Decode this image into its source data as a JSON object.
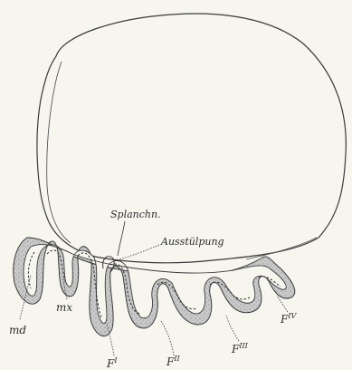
{
  "figure": {
    "labels": {
      "splanchn": "Splanchn.",
      "ausstulpung": "Ausstülpung",
      "md": "md",
      "mx": "mx",
      "f1": "F",
      "f1_sup": "I",
      "f2": "F",
      "f2_sup": "II",
      "f3": "F",
      "f3_sup": "III",
      "f4": "F",
      "f4_sup": "IV"
    }
  }
}
